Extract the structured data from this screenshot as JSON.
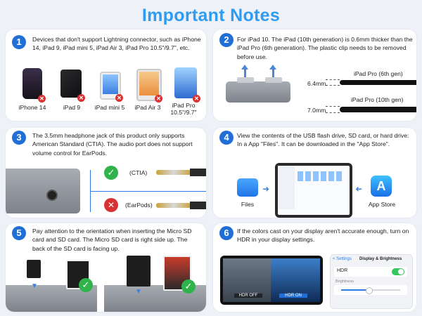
{
  "page": {
    "title": "Important Notes"
  },
  "notes": [
    {
      "number": "1",
      "text": "Devices that don't support Lightning connector, such as iPhone 14, iPad 9, iPad mini 5, iPad Air 3, iPad Pro 10.5\"/9.7\", etc.",
      "devices": [
        "iPhone 14",
        "iPad 9",
        "iPad mini 5",
        "iPad Air 3",
        "iPad Pro 10.5\"/9.7\""
      ]
    },
    {
      "number": "2",
      "text": "For iPad 10. The iPad (10th generation) is 0.6mm thicker than the iPad Pro (6th generation). The plastic clip needs to be removed before use.",
      "labels": {
        "gen6": "iPad Pro (6th gen)",
        "gen10": "iPad Pro (10th gen)",
        "mm1": "6.4mm",
        "mm2": "7.0mm"
      }
    },
    {
      "number": "3",
      "text": "The 3.5mm headphone jack of this product only supports American Standard (CTIA). The audio port does not support volume control for EarPods.",
      "ok_label": "(CTIA)",
      "no_label": "(EarPods)"
    },
    {
      "number": "4",
      "text": "View the contents of the USB flash drive, SD card, or hard drive: In a App \"Files\". It can be downloaded in the \"App Store\".",
      "files_label": "Files",
      "appstore_label": "App Store"
    },
    {
      "number": "5",
      "text": "Pay attention to the orientation when inserting the Micro SD card and SD card. The Micro SD card is right side up. The back of the SD card is facing up."
    },
    {
      "number": "6",
      "text": "If the colors cast on your display aren't accurate enough, turn on HDR in your display settings.",
      "hdr_off": "HDR OFF",
      "hdr_on": "HDR ON",
      "settings": {
        "back": "< Settings",
        "title": "Display & Brightness",
        "hdr": "HDR",
        "brightness": "Brightness"
      }
    }
  ]
}
